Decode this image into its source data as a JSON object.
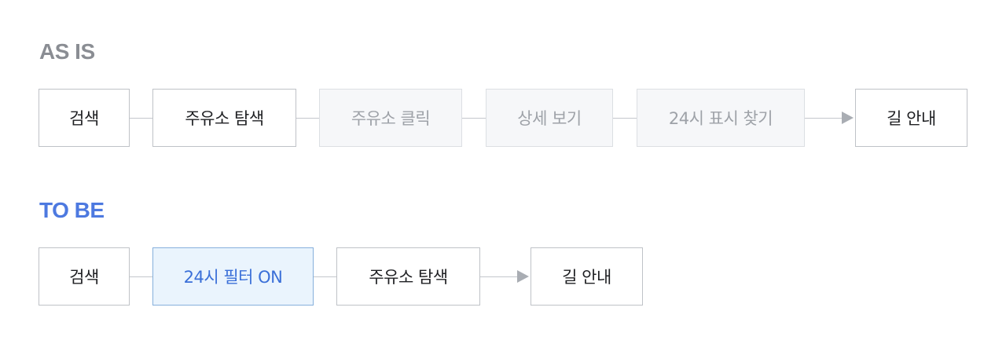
{
  "as_is": {
    "title": "AS IS",
    "steps": [
      "검색",
      "주유소 탐색",
      "주유소 클릭",
      "상세 보기",
      "24시 표시 찾기",
      "길 안내"
    ]
  },
  "to_be": {
    "title": "TO BE",
    "steps": [
      "검색",
      "24시 필터 ON",
      "주유소 탐색",
      "길 안내"
    ]
  },
  "colors": {
    "as_is_title": "#8a8d93",
    "to_be_title": "#4d79e0",
    "faded_step_text": "#9ea2a8",
    "highlight_fill": "#eaf4fd",
    "highlight_text": "#3a6fd8"
  }
}
